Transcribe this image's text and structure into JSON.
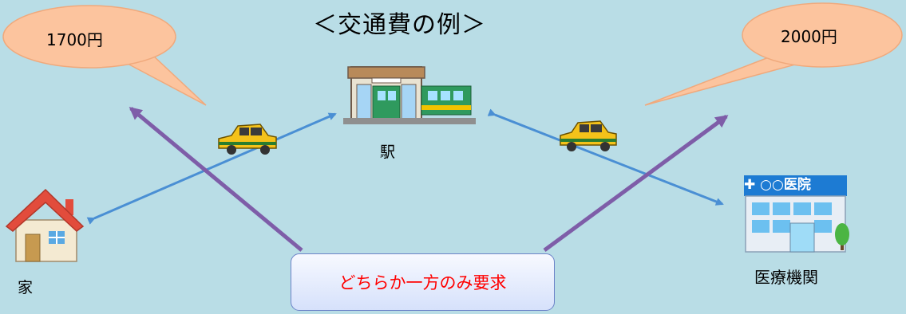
{
  "title": "＜交通費の例＞",
  "bubbles": {
    "left": "1700円",
    "right": "2000円"
  },
  "places": {
    "station": "駅",
    "home": "家",
    "hospital": "医療機関",
    "hospital_sign": "✚ ○○医院"
  },
  "note": "どちらか一方のみ要求",
  "colors": {
    "background": "#b9dde6",
    "bubble": "#fcc49e",
    "blue_arrow": "#4a8fd4",
    "purple_arrow": "#7e5da8",
    "note_text": "#ff0000"
  }
}
